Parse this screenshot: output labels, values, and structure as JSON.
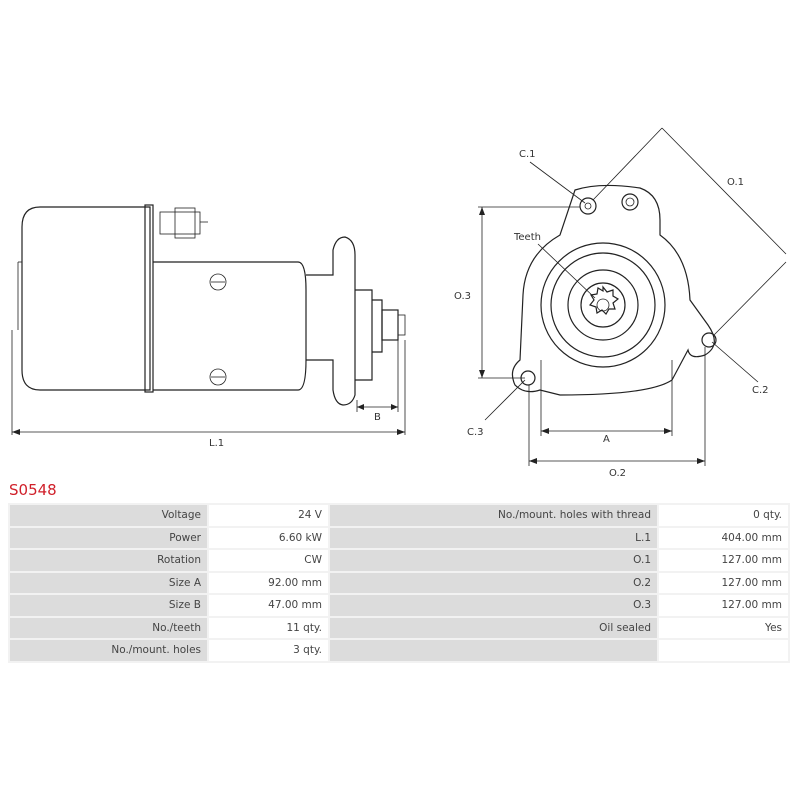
{
  "part_number": "S0548",
  "drawing_labels": {
    "l1": "L.1",
    "b": "B",
    "c1": "C.1",
    "c2": "C.2",
    "c3": "C.3",
    "o1": "O.1",
    "o2": "O.2",
    "o3": "O.3",
    "a": "A",
    "teeth": "Teeth"
  },
  "specs": [
    {
      "label": "Voltage",
      "value": "24 V",
      "label2": "No./mount. holes with thread",
      "value2": "0 qty."
    },
    {
      "label": "Power",
      "value": "6.60 kW",
      "label2": "L.1",
      "value2": "404.00 mm"
    },
    {
      "label": "Rotation",
      "value": "CW",
      "label2": "O.1",
      "value2": "127.00 mm"
    },
    {
      "label": "Size A",
      "value": "92.00 mm",
      "label2": "O.2",
      "value2": "127.00 mm"
    },
    {
      "label": "Size B",
      "value": "47.00 mm",
      "label2": "O.3",
      "value2": "127.00 mm"
    },
    {
      "label": "No./teeth",
      "value": "11 qty.",
      "label2": "Oil sealed",
      "value2": "Yes"
    },
    {
      "label": "No./mount. holes",
      "value": "3 qty.",
      "label2": "",
      "value2": ""
    }
  ]
}
